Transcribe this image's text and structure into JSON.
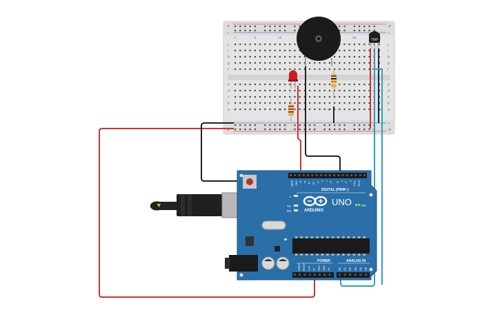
{
  "breadboard": {
    "column_numbers": [
      "1",
      "5",
      "10",
      "15",
      "20",
      "25",
      "30"
    ],
    "row_letters_top": [
      "j",
      "i",
      "h",
      "g",
      "f"
    ],
    "row_letters_bottom": [
      "e",
      "d",
      "c",
      "b",
      "a"
    ],
    "rail_plus": "+",
    "rail_minus": "-"
  },
  "components": {
    "sensor_label": "TMP"
  },
  "arduino": {
    "logo": "ARDUINO",
    "model": "UNO",
    "on_label": "ON",
    "digital_label": "DIGITAL (PWM~)",
    "power_label": "POWER",
    "analog_label": "ANALOG IN",
    "aref": "AREF",
    "gnd_top": "GND",
    "l_label": "L",
    "tx_label": "TX",
    "rx_label": "RX",
    "digital_pins": [
      "13",
      "12",
      "~11",
      "~10",
      "~9",
      "8",
      "7",
      "~6",
      "~5",
      "4",
      "~3",
      "2",
      "TX▸1",
      "RX◂0"
    ],
    "power_pins": [
      "IOREF",
      "RESET",
      "3.3V",
      "5V",
      "GND",
      "GND",
      "Vin"
    ],
    "analog_pins": [
      "A0",
      "A1",
      "A2",
      "A3",
      "A4",
      "A5"
    ]
  },
  "colors": {
    "board_blue": "#2a6fa8",
    "wire_red": "#d32f2f",
    "wire_black": "#222222",
    "wire_blue": "#2a9fc7",
    "breadboard": "#e6e6e6"
  }
}
